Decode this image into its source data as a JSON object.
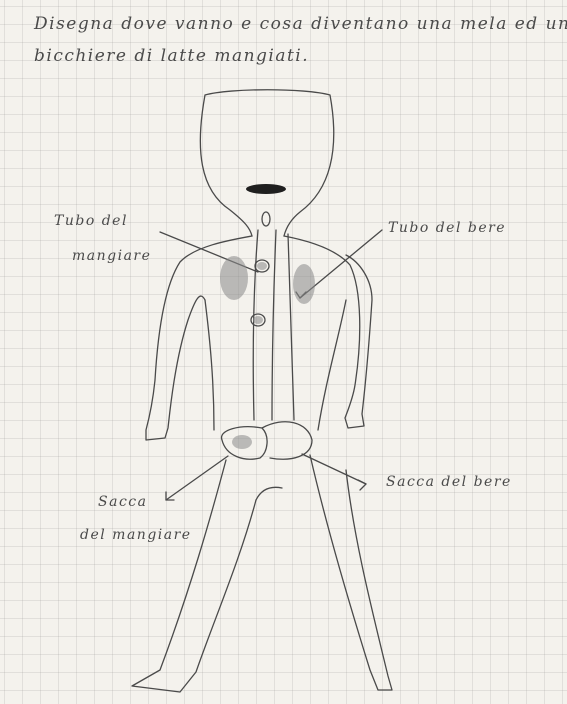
{
  "title": {
    "line1": "Disegna dove vanno e cosa diventano una mela ed un",
    "line2": "bicchiere di latte mangiati."
  },
  "labels": {
    "tubo_mangiare_1": "Tubo del",
    "tubo_mangiare_2": "mangiare",
    "tubo_bere": "Tubo del bere",
    "sacca_bere": "Sacca del bere",
    "sacca_mangiare_1": "Sacca",
    "sacca_mangiare_2": "del mangiare"
  },
  "colors": {
    "paper": "#f4f2ed",
    "pencil": "#4a4a4a",
    "shading": "#8a8a8a"
  }
}
